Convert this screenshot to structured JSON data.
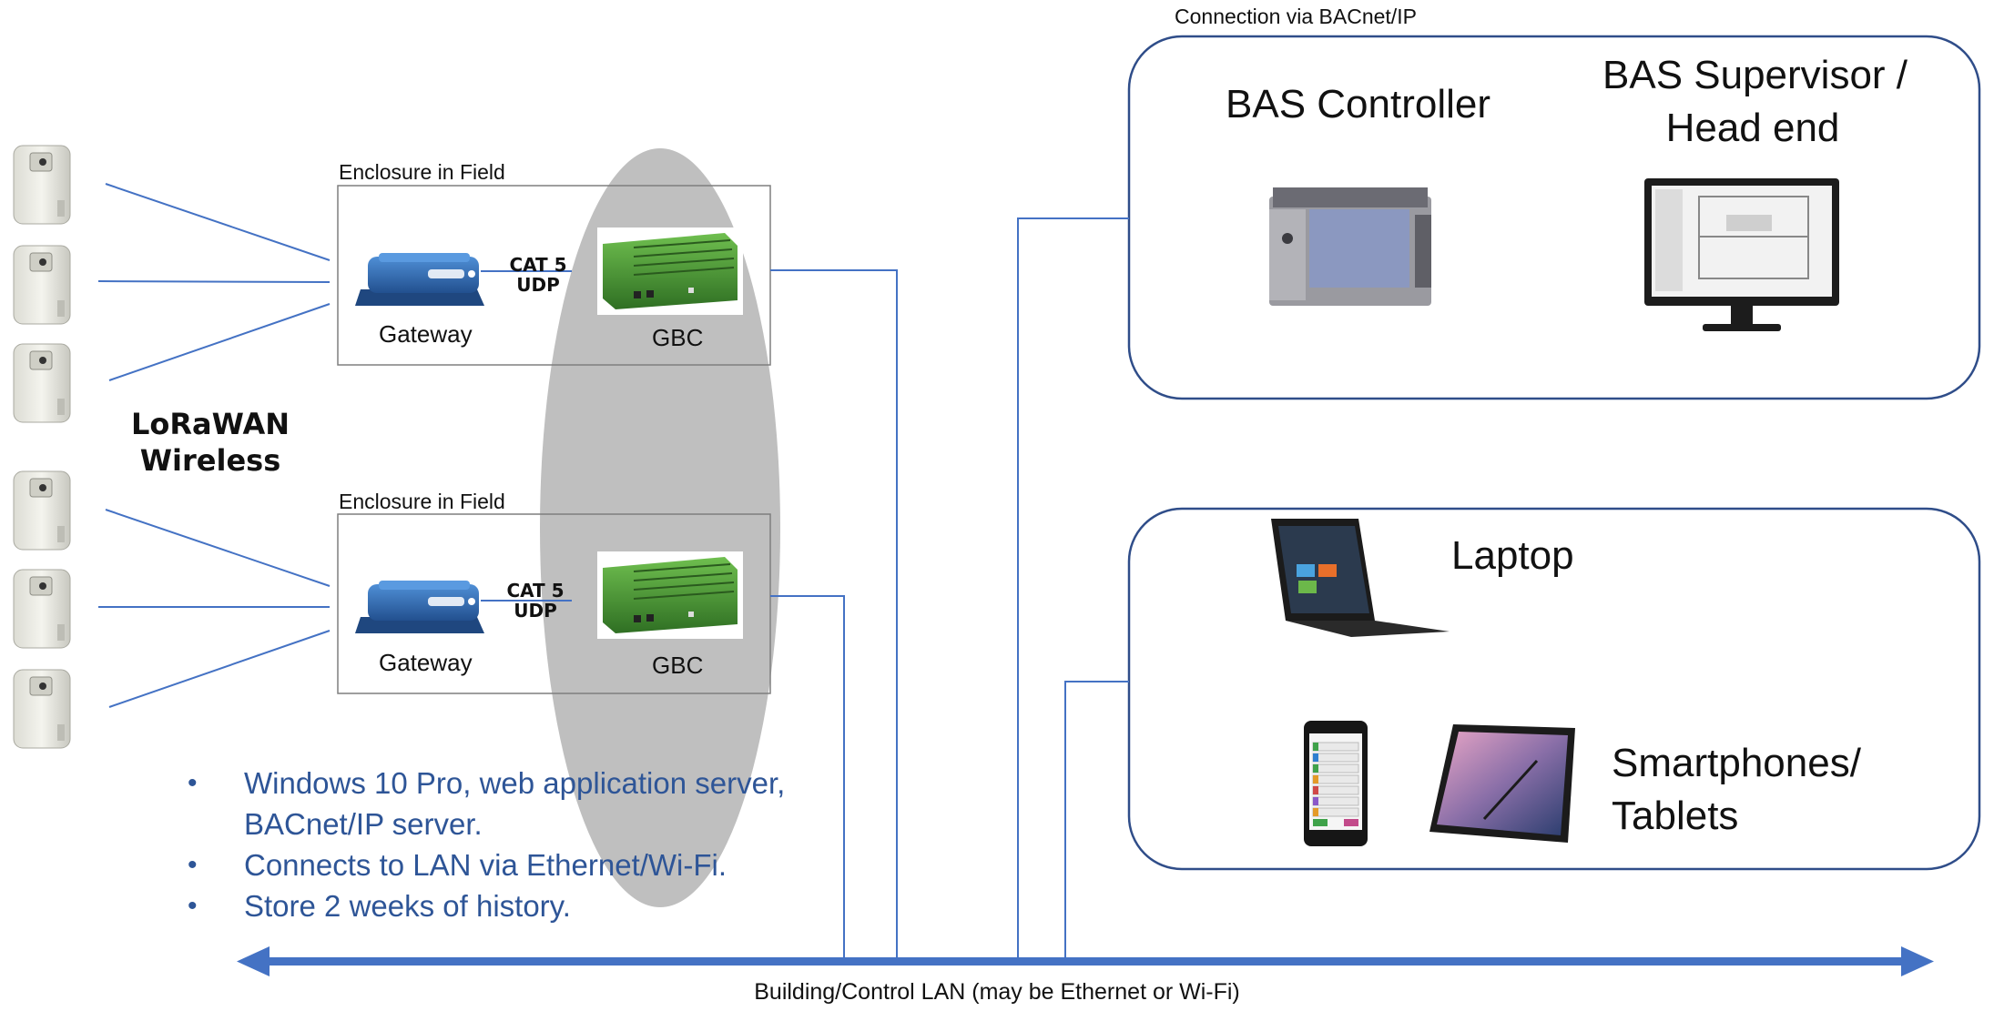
{
  "labels": {
    "connection": "Connection via BACnet/IP",
    "enclosure_top": "Enclosure in Field",
    "enclosure_bottom": "Enclosure in Field",
    "cat_top_1": "CAT 5",
    "cat_top_2": "UDP",
    "cat_bottom_1": "CAT 5",
    "cat_bottom_2": "UDP",
    "gateway_top": "Gateway",
    "gateway_bottom": "Gateway",
    "gbc_top": "GBC",
    "gbc_bottom": "GBC",
    "lorawan_1": "LoRaWAN",
    "lorawan_2": "Wireless",
    "bas_controller": "BAS Controller",
    "bas_supervisor_1": "BAS Supervisor /",
    "bas_supervisor_2": "Head end",
    "laptop": "Laptop",
    "smartphones_1": "Smartphones/",
    "smartphones_2": "Tablets",
    "lan": "Building/Control LAN (may be Ethernet or Wi-Fi)"
  },
  "bullets": [
    "Windows 10 Pro, web application server,",
    "BACnet/IP server.",
    "Connects to LAN via Ethernet/Wi-Fi.",
    "Store 2 weeks of history."
  ],
  "colors": {
    "line_blue": "#4472C4",
    "box_border": "#2F4D89",
    "bullet_text": "#2E5597",
    "ellipse": "#BFBFBF",
    "gbc_green": "#4E9A36",
    "gateway_blue": "#2F6DB5"
  },
  "icons": [
    "lorawan-sensor-icon",
    "gateway-device-icon",
    "gbc-device-icon",
    "bas-controller-icon",
    "monitor-icon",
    "laptop-icon",
    "smartphone-icon",
    "tablet-icon",
    "double-arrow-icon"
  ]
}
